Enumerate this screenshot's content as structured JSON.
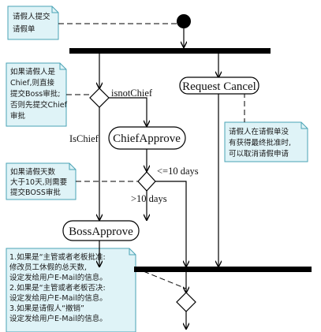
{
  "notes": {
    "submit": [
      "请假人提交",
      "请假单"
    ],
    "chief_rule": [
      "如果请假人是",
      "Chief,则直接",
      "提交Boss审批;",
      "否则先提交Chief",
      "审批"
    ],
    "days_rule": [
      "如果请假天数",
      "大于10天,则需要",
      "提交BOSS审批"
    ],
    "cancel_rule": [
      "请假人在请假单没",
      "有获得最终批准时,",
      "可以取消请假申请"
    ],
    "final_rules": [
      "1.如果是“主管或者老板批准:",
      "   修改员工休假的总天数,",
      "   设定发给用户E-Mail的信息。",
      "2.如果是“主管或者老板否决:",
      "   设定发给用户E-Mail的信息。",
      "3.如果是请假人“撤销”",
      "   设定发给用户E-Mail的信息。"
    ]
  },
  "nodes": {
    "request_cancel": "Request Cancel",
    "chief_approve": "ChiefApprove",
    "boss_approve": "BossApprove"
  },
  "guards": {
    "is_not_chief": "isnotChief",
    "is_chief": "IsChief",
    "le_10_days": "<=10 days",
    "gt_10_days": ">10 days"
  }
}
